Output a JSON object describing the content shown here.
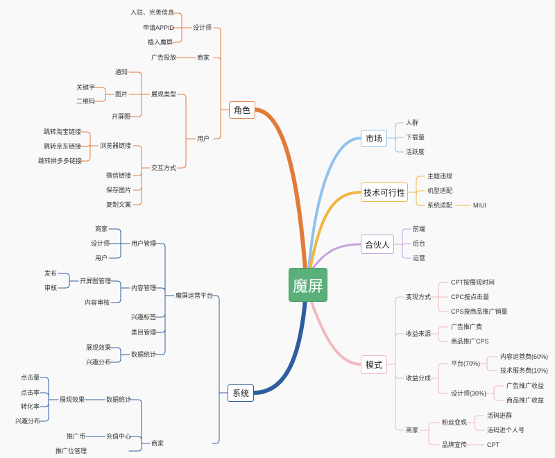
{
  "root": {
    "label": "魔屏"
  },
  "colors": {
    "role": "#e07b39",
    "system": "#2e5e9e",
    "market": "#8fc2ee",
    "tech": "#f0b63f",
    "partner": "#c4a2e0",
    "mode": "#f2b8bd",
    "root_fill": "#5bb07a"
  },
  "branches": {
    "role": {
      "label": "角色",
      "designer": {
        "label": "设计师",
        "items": [
          "入驻、完善信息",
          "申请APPID",
          "植入魔屏"
        ]
      },
      "merchant": {
        "label": "商家",
        "items": [
          "广告投放"
        ]
      },
      "user": {
        "label": "用户",
        "display": {
          "label": "展现类型",
          "notice": "通知",
          "image": {
            "label": "图片",
            "items": [
              "关键字",
              "二维码"
            ]
          },
          "splash": "开屏图"
        },
        "interaction": {
          "label": "交互方式",
          "browser": {
            "label": "浏览器链接",
            "items": [
              "跳转淘宝链接",
              "跳转京东链接",
              "跳转拼多多链接"
            ]
          },
          "others": [
            "微信链接",
            "保存图片",
            "复制文案"
          ]
        }
      }
    },
    "system": {
      "label": "系统",
      "ops": {
        "label": "魔屏运营平台",
        "user_mgmt": {
          "label": "用户管理",
          "items": [
            "商家",
            "设计师",
            "用户"
          ]
        },
        "content_mgmt": {
          "label": "内容管理",
          "splash_mgmt": {
            "label": "开屏图管理",
            "items": [
              "发布",
              "审核"
            ]
          },
          "content_review": "内容审核"
        },
        "interest_tags": "兴趣标签",
        "category_mgmt": "类目管理",
        "stats": {
          "label": "数据统计",
          "items": [
            "展现效果",
            "兴趣分布"
          ]
        }
      },
      "merchant": {
        "label": "商家",
        "stats": {
          "label": "数据统计",
          "display": {
            "label": "展现效果",
            "items": [
              "点击量",
              "点击率",
              "转化率",
              "兴趣分布"
            ]
          }
        },
        "recharge": {
          "label": "充值中心",
          "items": [
            "推广币"
          ]
        },
        "ad_slot": "推广位管理"
      }
    },
    "market": {
      "label": "市场",
      "items": [
        "人群",
        "下载量",
        "活跃度"
      ]
    },
    "tech": {
      "label": "技术可行性",
      "items": [
        "主题违规",
        "机型适配"
      ],
      "sys_adapt": {
        "label": "系统适配",
        "child": "MIUI"
      }
    },
    "partner": {
      "label": "合伙人",
      "items": [
        "前端",
        "后台",
        "运营"
      ]
    },
    "mode": {
      "label": "模式",
      "monetize": {
        "label": "变现方式",
        "items": [
          "CPT按展现时间",
          "CPC按点击量",
          "CPS按商品推广销量"
        ]
      },
      "revenue": {
        "label": "收益来源",
        "items": [
          "广告推广费",
          "商品推广CPS"
        ]
      },
      "split": {
        "label": "收益分成",
        "platform": {
          "label": "平台(70%)",
          "items": [
            "内容运营费(60%)",
            "技术服务费(10%)"
          ]
        },
        "designer": {
          "label": "设计师(30%)",
          "items": [
            "广告推广收益",
            "商品推广收益"
          ]
        }
      },
      "merchant": {
        "label": "商家",
        "fans": {
          "label": "粉丝变现",
          "items": [
            "活码进群",
            "活码进个人号"
          ]
        },
        "brand": {
          "label": "品牌宣传",
          "child": "CPT"
        }
      }
    }
  }
}
